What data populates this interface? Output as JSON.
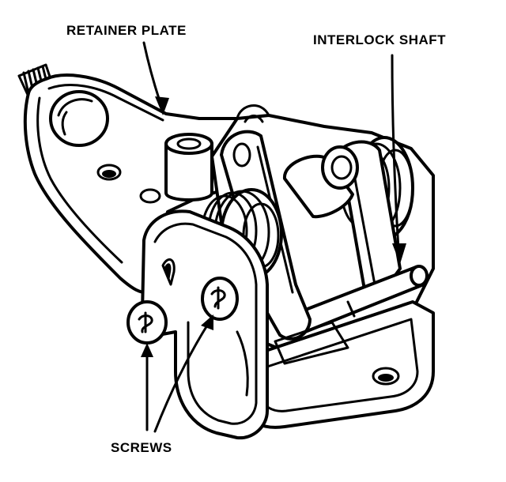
{
  "labels": {
    "retainer_plate": "RETAINER PLATE",
    "interlock_shaft": "INTERLOCK SHAFT",
    "screws": "SCREWS"
  }
}
